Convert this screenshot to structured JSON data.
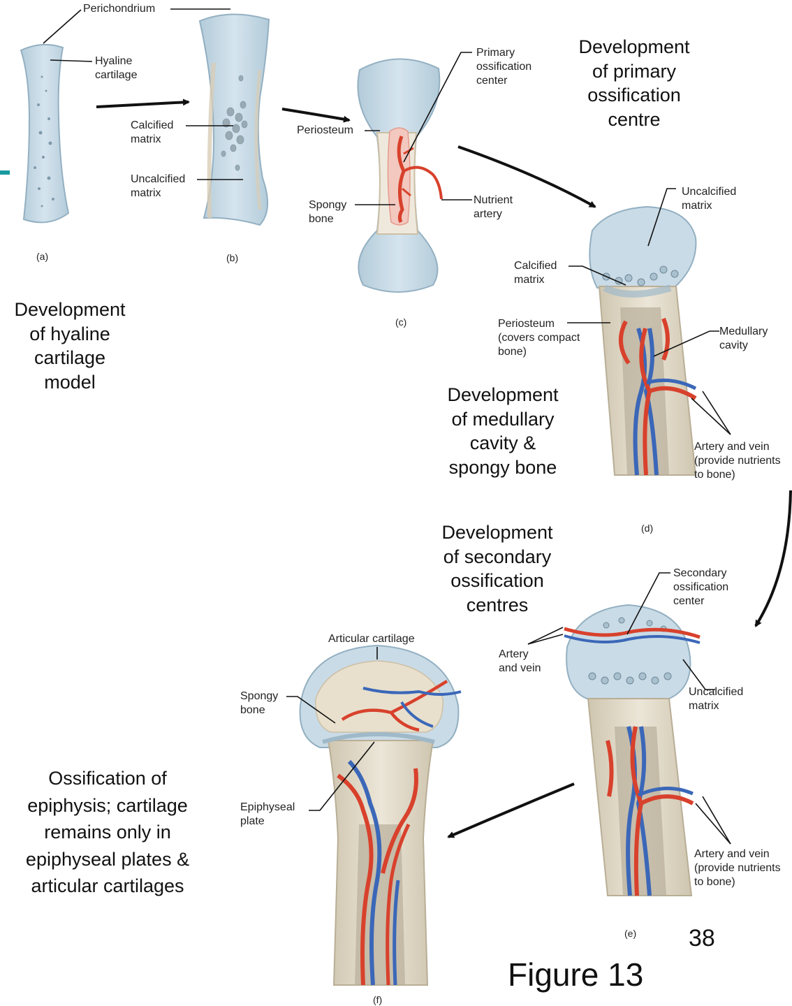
{
  "colors": {
    "cartilage": "#c9dbe6",
    "cartilage_edge": "#9fb9c9",
    "bone": "#e2dccd",
    "bone_edge": "#b9ae96",
    "artery": "#d8412c",
    "vein": "#3b67b8",
    "accent": "#1a9aa0"
  },
  "labels": {
    "perichondrium": "Perichondrium",
    "hyaline_cartilage": "Hyaline\ncartilage",
    "calcified_matrix_b": "Calcified\nmatrix",
    "uncalcified_matrix_b": "Uncalcified\nmatrix",
    "periosteum_c": "Periosteum",
    "primary_ossification_center": "Primary\nossification\ncenter",
    "spongy_bone_c": "Spongy\nbone",
    "nutrient_artery": "Nutrient\nartery",
    "uncalcified_matrix_d": "Uncalcified\nmatrix",
    "calcified_matrix_d": "Calcified\nmatrix",
    "periosteum_d": "Periosteum\n(covers compact\nbone)",
    "medullary_cavity": "Medullary\ncavity",
    "artery_vein_d": "Artery and vein\n(provide nutrients\nto bone)",
    "secondary_ossification_center": "Secondary\nossification\ncenter",
    "artery_vein_e_top": "Artery\nand vein",
    "uncalcified_matrix_e": "Uncalcified\nmatrix",
    "artery_vein_e": "Artery and vein\n(provide nutrients\nto bone)",
    "articular_cartilage": "Articular cartilage",
    "spongy_bone_f": "Spongy\nbone",
    "epiphyseal_plate": "Epiphyseal\nplate"
  },
  "captions": {
    "a": "(a)",
    "b": "(b)",
    "c": "(c)",
    "d": "(d)",
    "e": "(e)",
    "f": "(f)"
  },
  "stages": {
    "hyaline": "Development\nof hyaline\ncartilage\nmodel",
    "primary": "Development\nof primary\nossification\ncentre",
    "medullary": "Development\nof medullary\ncavity &\nspongy bone",
    "secondary": "Development\nof secondary\nossification\ncentres",
    "epiphysis": "Ossification of\nepiphysis; cartilage\nremains only in\nepiphyseal plates &\narticular cartilages"
  },
  "slide_number": "38",
  "figure_title": "Figure 13"
}
